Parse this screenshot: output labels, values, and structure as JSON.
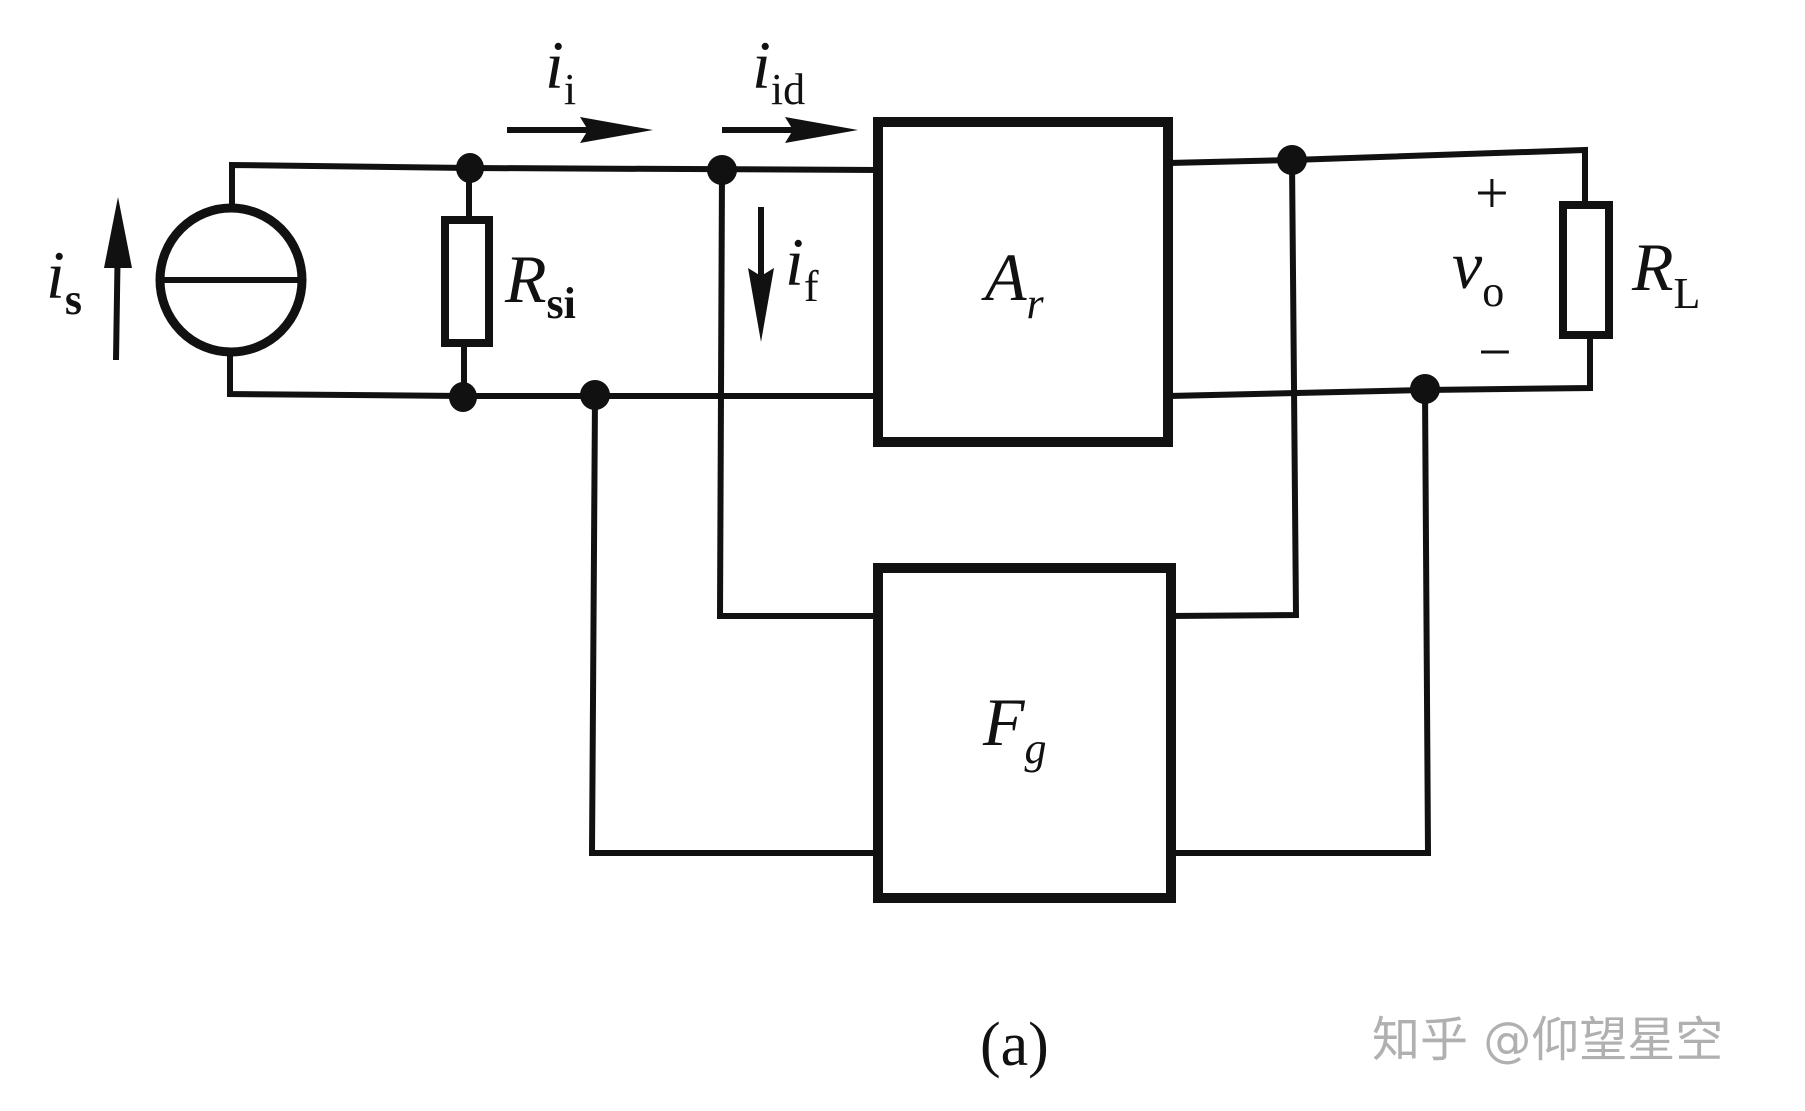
{
  "figure": {
    "caption": "(a)",
    "watermark": "知乎 @仰望星空"
  },
  "components": {
    "current_source": {
      "label_main": "i",
      "label_sub": "s",
      "direction": "up"
    },
    "source_resistor": {
      "label_main": "R",
      "label_sub": "si"
    },
    "amplifier_block": {
      "label_main": "A",
      "label_sub": "r"
    },
    "feedback_block": {
      "label_main": "F",
      "label_sub": "g"
    },
    "load_resistor": {
      "label_main": "R",
      "label_sub": "L"
    },
    "output_voltage": {
      "label_main": "v",
      "label_sub": "o",
      "plus": "+",
      "minus": "−"
    }
  },
  "currents": {
    "input": {
      "label_main": "i",
      "label_sub": "i",
      "direction": "right"
    },
    "net_input": {
      "label_main": "i",
      "label_sub": "id",
      "direction": "right"
    },
    "feedback": {
      "label_main": "i",
      "label_sub": "f",
      "direction": "down"
    }
  },
  "colors": {
    "ink": "#111111",
    "background": "#ffffff",
    "watermark": "#b0b0b0"
  }
}
